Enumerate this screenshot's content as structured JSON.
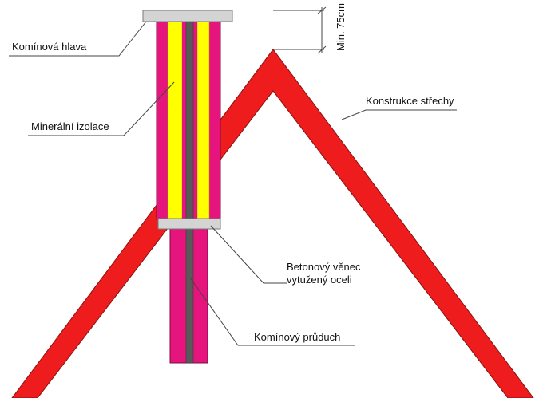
{
  "labels": {
    "chimney_head": "Komínová hlava",
    "mineral_insulation": "Minerální izolace",
    "roof_structure": "Konstrukce střechy",
    "concrete_ring_line1": "Betonový věnec",
    "concrete_ring_line2": "vytužený oceli",
    "chimney_flue": "Komínový průduch",
    "min_height": "Min. 75cm"
  },
  "colors": {
    "roof": "#ee1c1c",
    "roof_outline": "#8a1010",
    "chimney_outer": "#e5157d",
    "insulation": "#ffff00",
    "flue": "#595959",
    "concrete": "#d4d4d4",
    "leader_line": "#444444",
    "text": "#111111"
  }
}
